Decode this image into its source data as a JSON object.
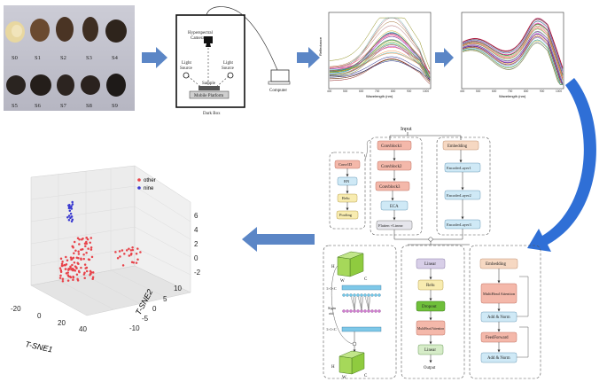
{
  "samples": {
    "row1": [
      "S0",
      "S1",
      "S2",
      "S3",
      "S4"
    ],
    "row2": [
      "S5",
      "S6",
      "S7",
      "S8",
      "S9"
    ]
  },
  "acquisition": {
    "camera": [
      "Hyperspectral",
      "Camera"
    ],
    "light_left": [
      "Light",
      "Source"
    ],
    "light_right": [
      "Light",
      "Source"
    ],
    "sample": "Sample",
    "platform": "Mobile Platform",
    "box": "Dark Box",
    "computer": "Computer"
  },
  "spectra_raw": {
    "xlabel": "Wavelength (nm)",
    "ylabel": "Reflectance",
    "xticks": [
      "400",
      "500",
      "600",
      "700",
      "800",
      "900",
      "1000"
    ]
  },
  "spectra_processed": {
    "xlabel": "Wavelength (nm)",
    "xticks": [
      "400",
      "500",
      "600",
      "700",
      "800",
      "900",
      "1000"
    ]
  },
  "network": {
    "input": "Input",
    "conv_branch": [
      "Convblock1",
      "Convblock2",
      "Convblock3"
    ],
    "eca": "ECA",
    "flatten": "Flatten +Linear",
    "enc_branch": [
      "Embedding",
      "EncoderLayer1",
      "EncoderLayer2",
      "EncoderLayer3"
    ],
    "conv_detail": [
      "Conv1D",
      "BN",
      "Relu",
      "Pooling"
    ],
    "head": [
      "Linear",
      "Relu",
      "Dropout",
      "MultiHead Attention",
      "Linear"
    ],
    "output": "Output",
    "enc_detail": [
      "Embedding",
      "MultiHead Attention",
      "Add & Norm",
      "FeedForward",
      "Add & Norm"
    ],
    "eca_detail": {
      "top": [
        "H",
        "W",
        "C"
      ],
      "dim1": "1×1×C",
      "sigmoid": [
        "Sigm",
        "oid"
      ],
      "dim2": "1×1×C",
      "bottom": [
        "H",
        "W",
        "C"
      ]
    }
  },
  "tsne": {
    "xlabel": "T-SNE1",
    "ylabel": "T-SNE2",
    "xticks": [
      "-20",
      "0",
      "20",
      "40"
    ],
    "yticks": [
      "10",
      "5",
      "0",
      "-5",
      "-10"
    ],
    "zticks": [
      "6",
      "4",
      "2",
      "0",
      "-2"
    ],
    "legend": [
      {
        "name": "other",
        "color": "#e8434a"
      },
      {
        "name": "nine",
        "color": "#3a3ad0"
      }
    ]
  },
  "colors": {
    "arrow": "#5b86c6",
    "arrow_big": "#2f6fd6",
    "conv_block": "#f4b8aa",
    "eca_block": "#cfe9f6",
    "embed_block": "#f6d8c2",
    "encoder_block": "#cfe9f6",
    "bn_block": "#cfe9f6",
    "relu_block": "#f8ecb0",
    "pool_block": "#f8ecb0",
    "linear_block": "#d8cfe8",
    "dropout_block": "#6fbf3a",
    "attn_block": "#f4b8aa",
    "linear2_block": "#d6ecc8",
    "addnorm_block": "#cfe9f6",
    "ff_block": "#f4b8aa"
  }
}
